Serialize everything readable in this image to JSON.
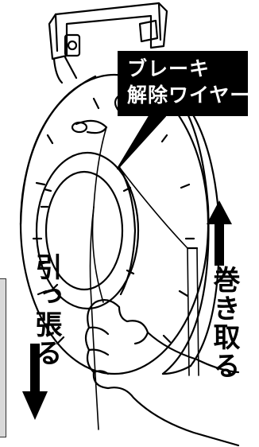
{
  "callout": {
    "line1": "ブレーキ",
    "line2": "解除ワイヤー"
  },
  "labels": {
    "pull": "引っ張る",
    "wind": "巻き取る"
  },
  "colors": {
    "ink": "#000000",
    "background": "#ffffff",
    "panel": "#d9d9d9"
  },
  "icons": [
    "arrow-up-icon",
    "arrow-down-icon"
  ]
}
